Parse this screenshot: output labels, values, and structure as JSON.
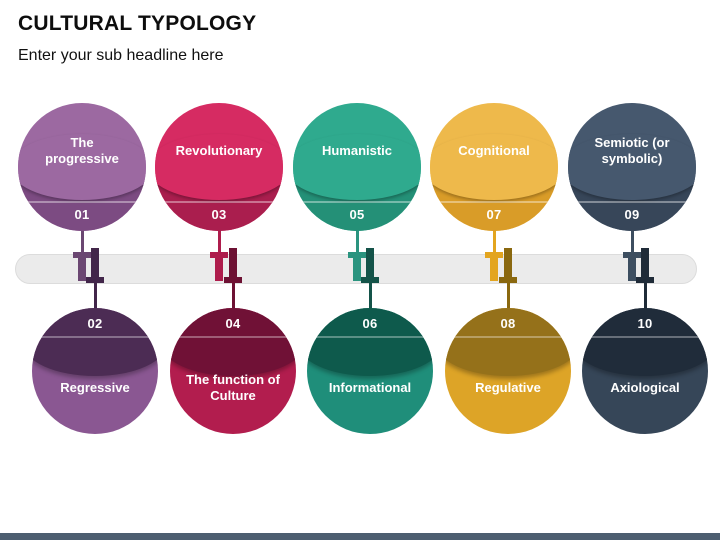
{
  "slide": {
    "title": "CULTURAL TYPOLOGY",
    "subtitle": "Enter your sub headline here",
    "background_color": "#ffffff",
    "title_color": "#0d0d0d"
  },
  "timeline": {
    "bar_color": "#ebebeb"
  },
  "footer": {
    "bar_color": "#4d5e70"
  },
  "pairs": [
    {
      "top": {
        "number": "01",
        "label": "The progressive"
      },
      "bottom": {
        "number": "02",
        "label": "Regressive"
      },
      "colors": {
        "top_main": "#9c69a1",
        "top_band": "#7c4b82",
        "top_marker": "#6b4772",
        "bottom_main": "#8a5792",
        "bottom_band": "#4c2c54",
        "bottom_marker": "#42264a"
      }
    },
    {
      "top": {
        "number": "03",
        "label": "Revolutionary"
      },
      "bottom": {
        "number": "04",
        "label": "The function of Culture"
      },
      "colors": {
        "top_main": "#d62b62",
        "top_band": "#aa1e4e",
        "top_marker": "#ae1c4c",
        "bottom_main": "#b21d4e",
        "bottom_band": "#701136",
        "bottom_marker": "#6d1133"
      }
    },
    {
      "top": {
        "number": "05",
        "label": "Humanistic"
      },
      "bottom": {
        "number": "06",
        "label": "Informational"
      },
      "colors": {
        "top_main": "#2faa8e",
        "top_band": "#249077",
        "top_marker": "#2a947f",
        "bottom_main": "#1f8e7a",
        "bottom_band": "#0e5a4c",
        "bottom_marker": "#145349"
      }
    },
    {
      "top": {
        "number": "07",
        "label": "Cognitional"
      },
      "bottom": {
        "number": "08",
        "label": "Regulative"
      },
      "colors": {
        "top_main": "#eeb94b",
        "top_band": "#d99c28",
        "top_marker": "#e3a51f",
        "bottom_main": "#dda427",
        "bottom_band": "#95711a",
        "bottom_marker": "#8a680f"
      }
    },
    {
      "top": {
        "number": "09",
        "label": "Semiotic (or symbolic)"
      },
      "bottom": {
        "number": "10",
        "label": "Axiological"
      },
      "colors": {
        "top_main": "#46586e",
        "top_band": "#374659",
        "top_marker": "#3d4e60",
        "bottom_main": "#364658",
        "bottom_band": "#202c3a",
        "bottom_marker": "#1f2b38"
      }
    }
  ]
}
